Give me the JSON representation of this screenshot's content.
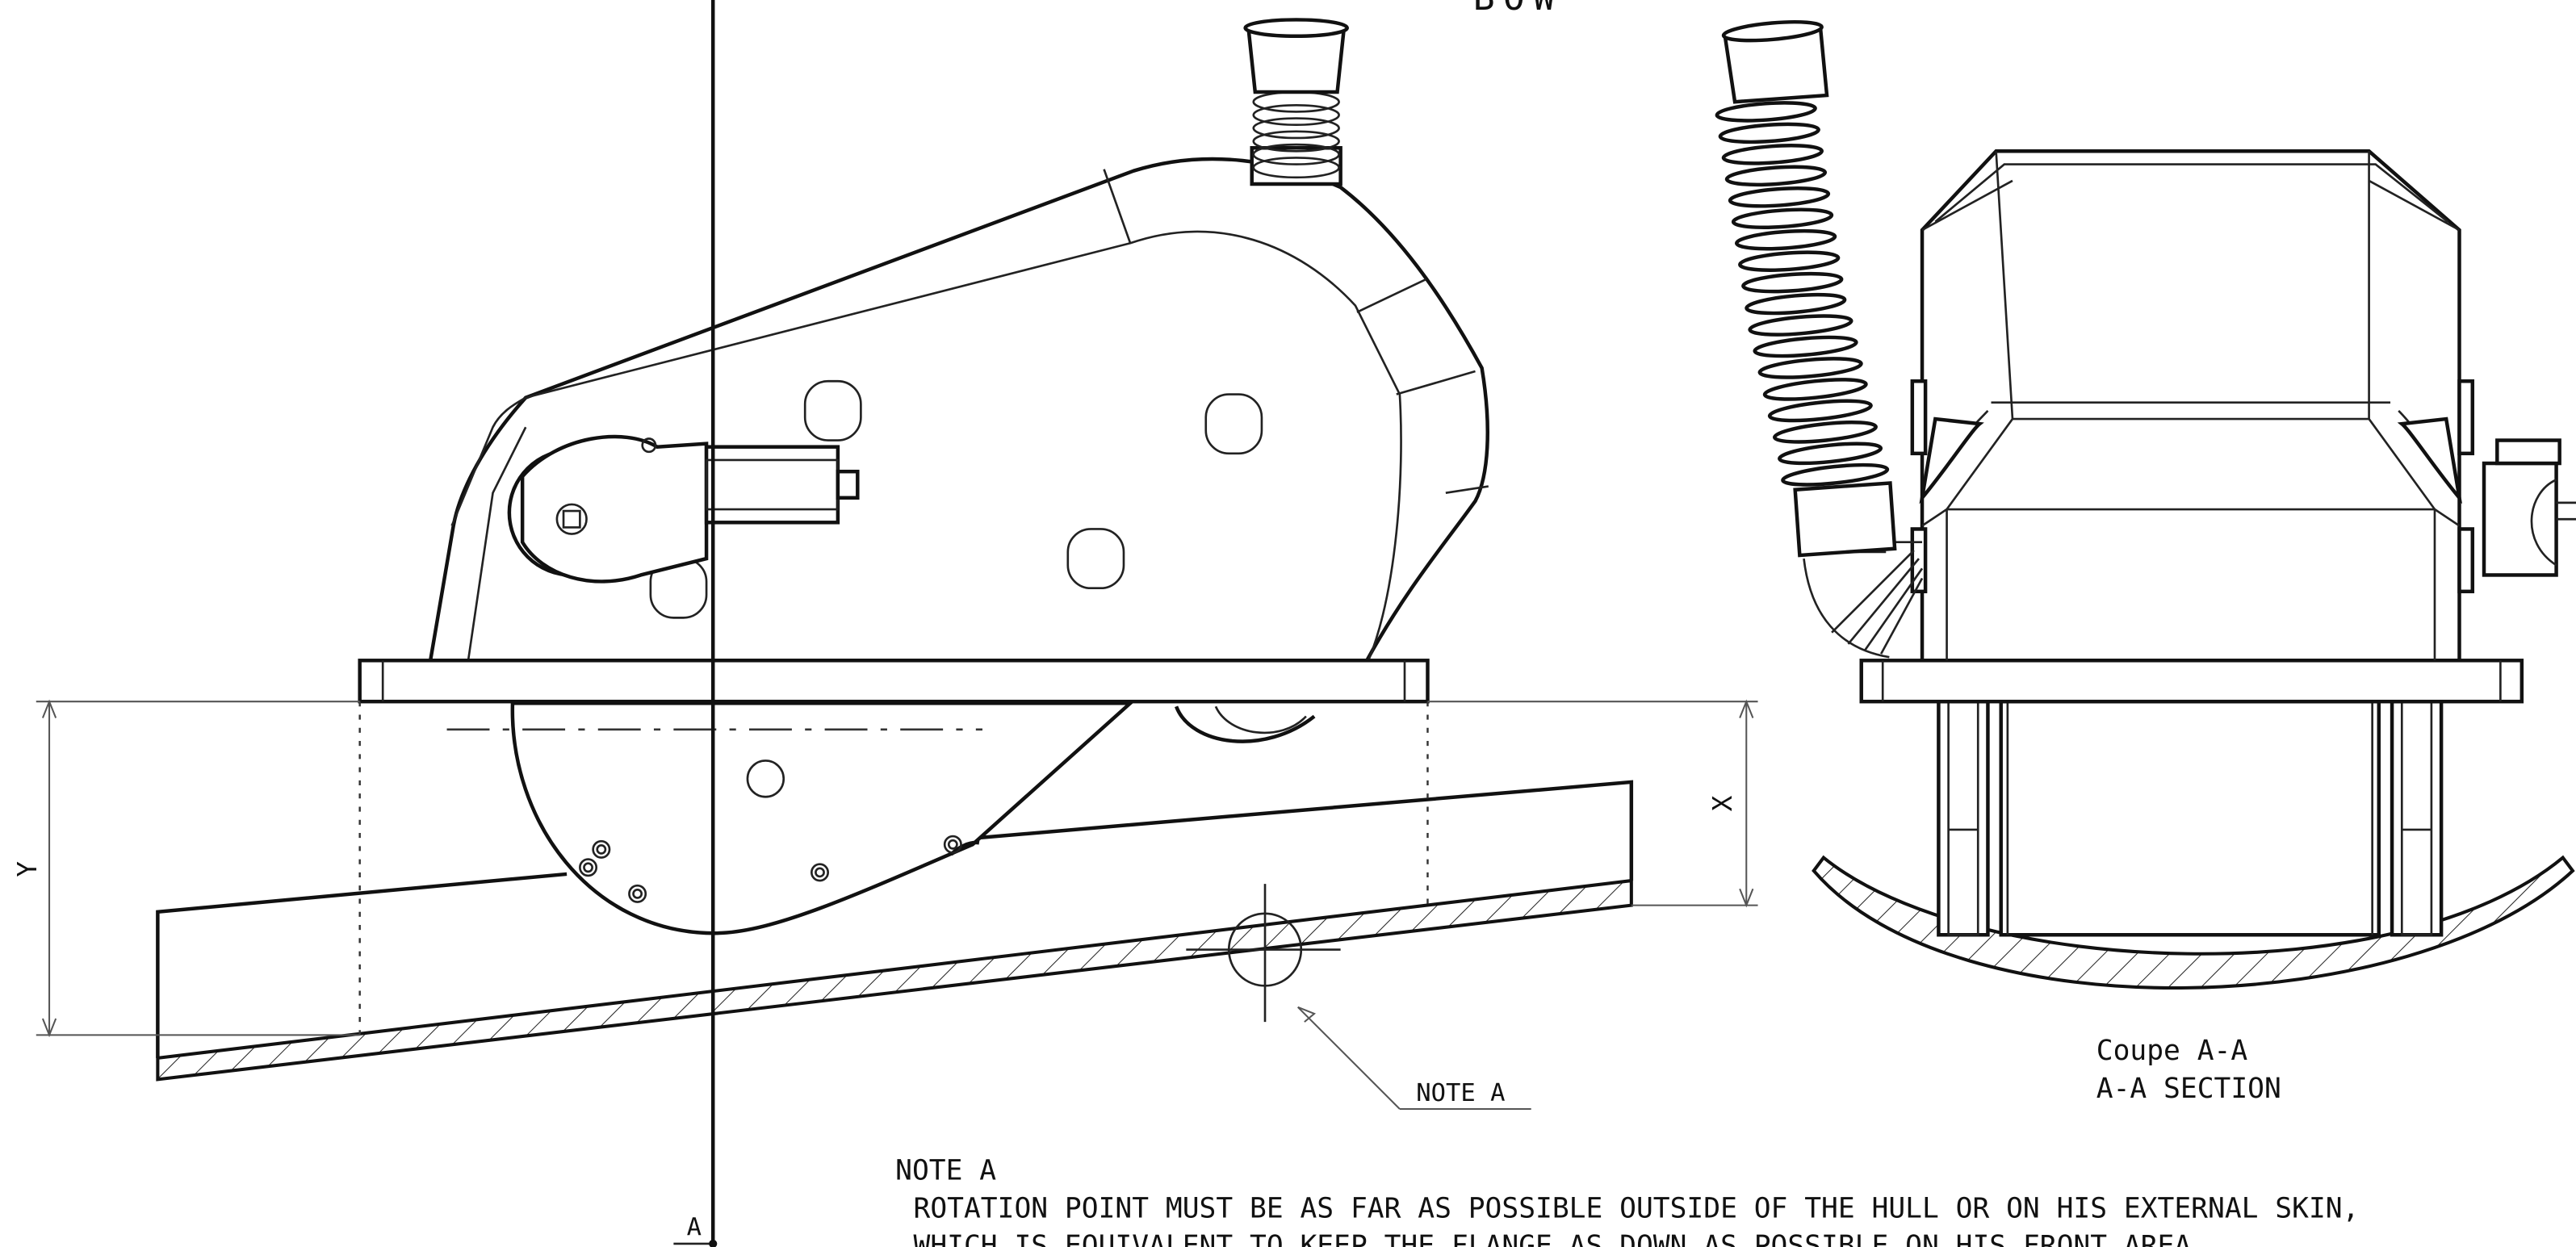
{
  "title_fragment": "BOW",
  "labels": {
    "dim_x": "X",
    "dim_y": "Y",
    "note_pointer": "NOTE A",
    "section_marker": "A"
  },
  "section": {
    "line1": "Coupe A-A",
    "line2": "A-A SECTION"
  },
  "note": {
    "heading": "NOTE A",
    "line1": "ROTATION POINT MUST BE AS FAR AS POSSIBLE OUTSIDE OF THE HULL OR ON HIS EXTERNAL SKIN,",
    "line2": "WHICH IS EQUIVALENT TO KEEP THE FLANGE AS DOWN AS POSSIBLE ON HIS FRONT AREA"
  }
}
